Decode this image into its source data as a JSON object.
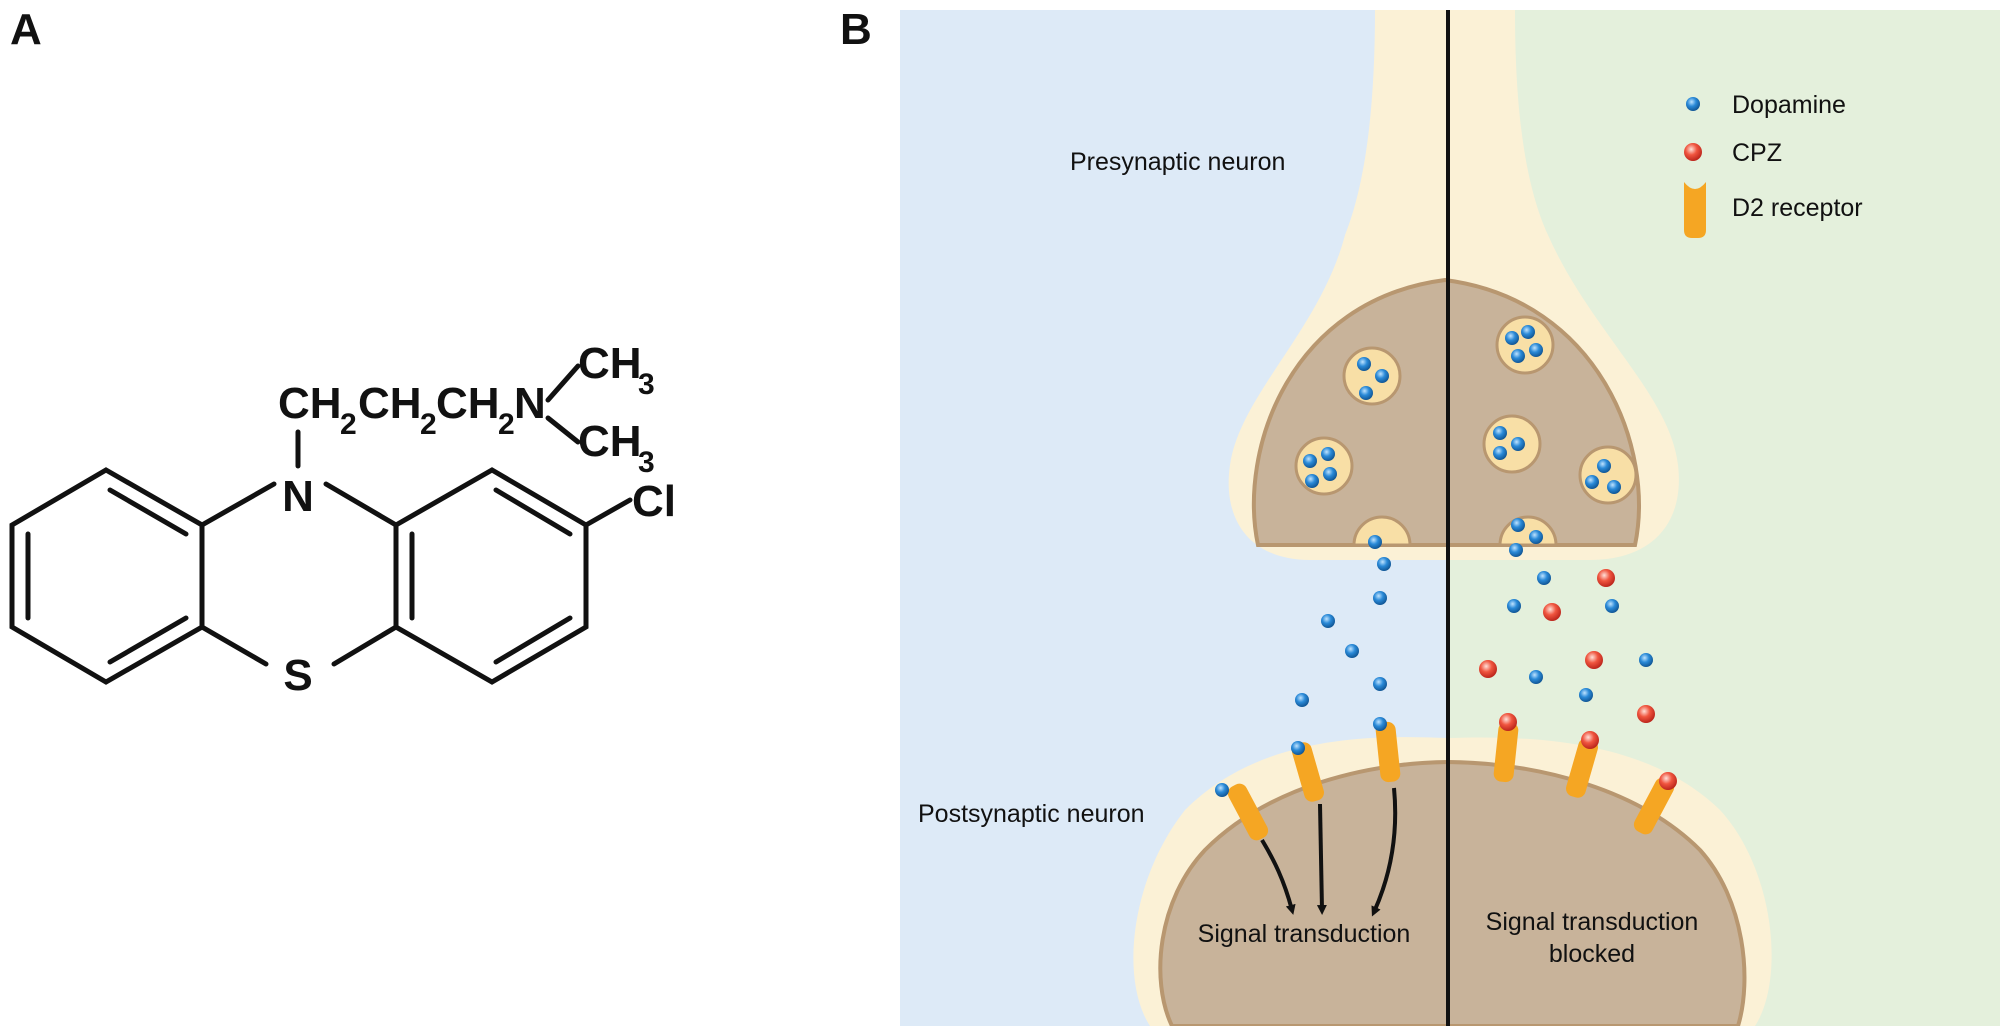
{
  "panel_a": {
    "letter": "A",
    "atoms": {
      "ch2": "CH",
      "sub2": "2",
      "n_chain": "N",
      "ch3": "CH",
      "sub3": "3",
      "n_ring": "N",
      "s_ring": "S",
      "cl": "Cl"
    }
  },
  "panel_b": {
    "letter": "B",
    "presynaptic_label": "Presynaptic neuron",
    "postsynaptic_label": "Postsynaptic neuron",
    "signal_left": "Signal transduction",
    "signal_right_line1": "Signal transduction",
    "signal_right_line2": "blocked",
    "legend": {
      "dopamine": "Dopamine",
      "cpz": "CPZ",
      "d2": "D2 receptor"
    },
    "colors": {
      "left_bg": "#ddeaf7",
      "right_bg": "#e4f0dc",
      "neuron_outer": "#fbf1d6",
      "neuron_body": "#c8b39a",
      "neuron_edge": "#b89770",
      "vesicle": "#f8dfa6",
      "dopamine": "#1b75bc",
      "cpz": "#e8382e",
      "receptor": "#f5a623"
    }
  }
}
